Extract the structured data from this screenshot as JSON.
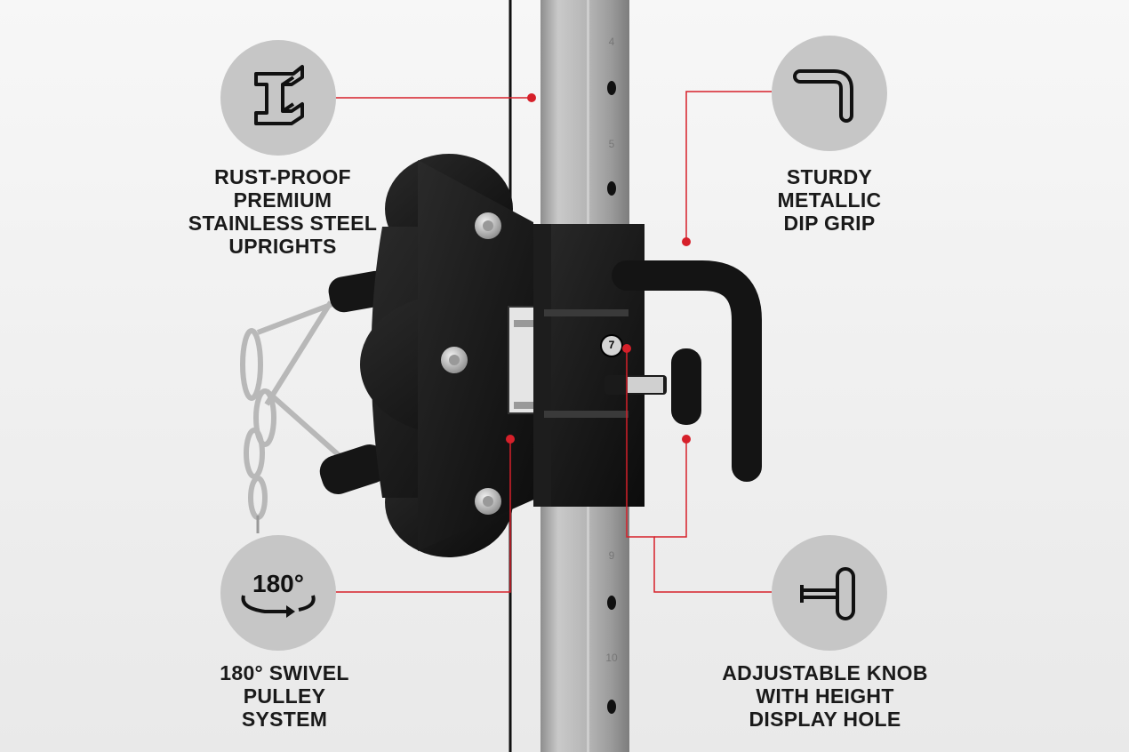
{
  "colors": {
    "callout_line": "#d6202a",
    "circle_bg": "#c6c6c6",
    "text": "#1a1a1a",
    "post": "#a9a9a9"
  },
  "features": {
    "uprights": {
      "icon": "steel-i-beam-icon",
      "lines": [
        "RUST-PROOF",
        "PREMIUM",
        "STAINLESS STEEL",
        "UPRIGHTS"
      ]
    },
    "dip_grip": {
      "icon": "bent-pipe-icon",
      "lines": [
        "STURDY",
        "METALLIC",
        "DIP GRIP"
      ]
    },
    "pulley": {
      "icon": "rotate-180-icon",
      "icon_text": "180°",
      "lines": [
        "180° SWIVEL",
        "PULLEY",
        "SYSTEM"
      ]
    },
    "knob": {
      "icon": "t-knob-icon",
      "lines": [
        "ADJUSTABLE KNOB",
        "WITH HEIGHT",
        "DISPLAY HOLE"
      ]
    }
  },
  "post_numbers": [
    "4",
    "5",
    "9",
    "10"
  ],
  "display_hole_number": "7"
}
